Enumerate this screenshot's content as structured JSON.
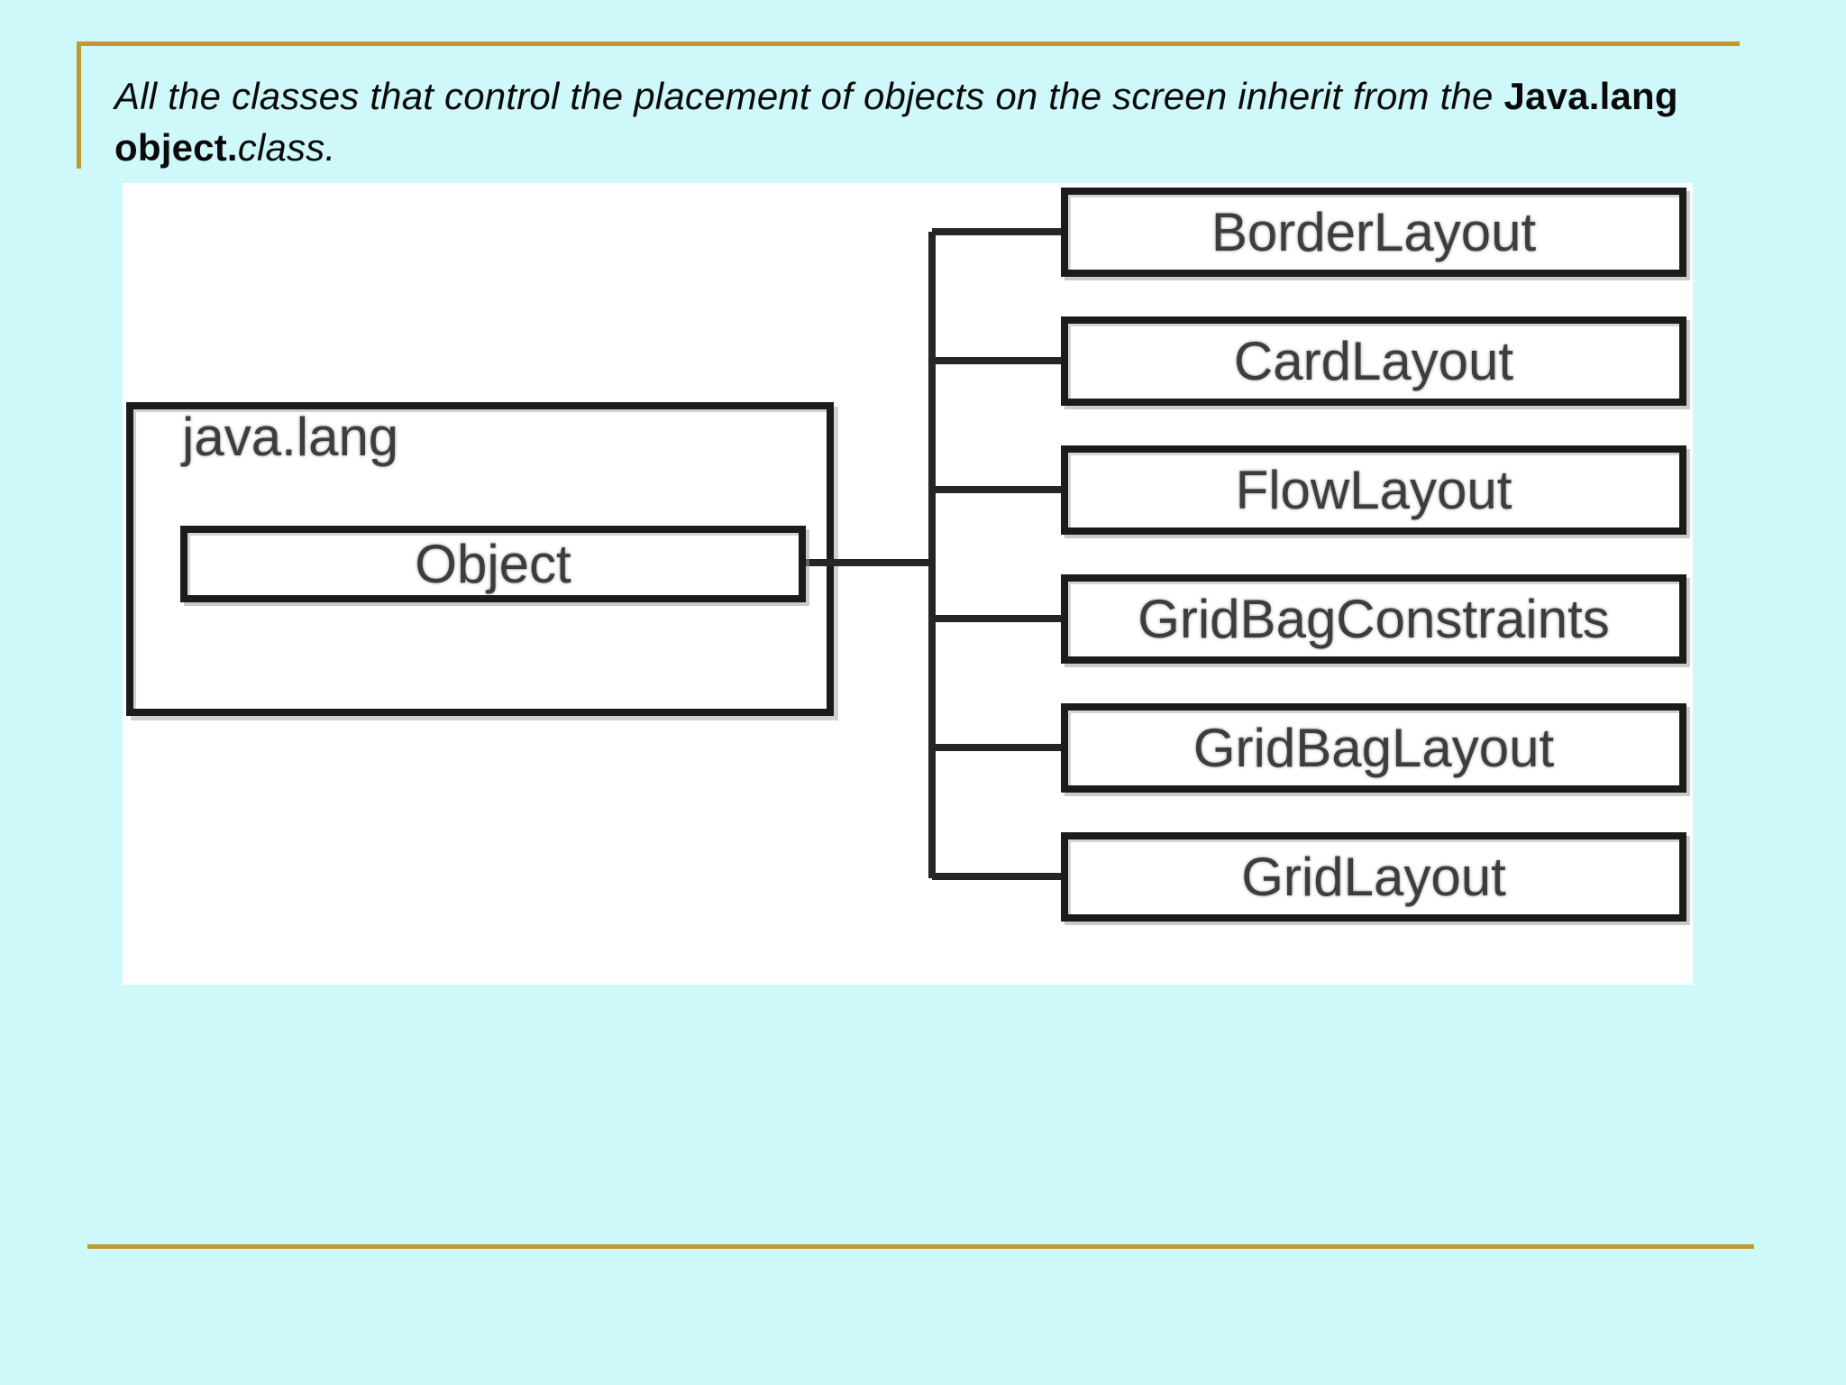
{
  "slide": {
    "background_color": "#cff8fa",
    "accent_gold_color": "#c19a2f",
    "title": {
      "line1": [
        {
          "text": "All the classes that control the placement of objects on the screen inherit from the ",
          "style": "italic"
        },
        {
          "text": "Java.lang",
          "style": "bold"
        }
      ],
      "line2": [
        {
          "text": "object.",
          "style": "bold"
        },
        {
          "text": "class.",
          "style": "italic"
        }
      ]
    },
    "diagram": {
      "package_label": "java.lang",
      "root_class": "Object",
      "subclasses": [
        "BorderLayout",
        "CardLayout",
        "FlowLayout",
        "GridBagConstraints",
        "GridBagLayout",
        "GridLayout"
      ],
      "line_color": "#262626",
      "box_border_color": "#1b1b1b",
      "label_color": "#3d3d3d"
    }
  }
}
